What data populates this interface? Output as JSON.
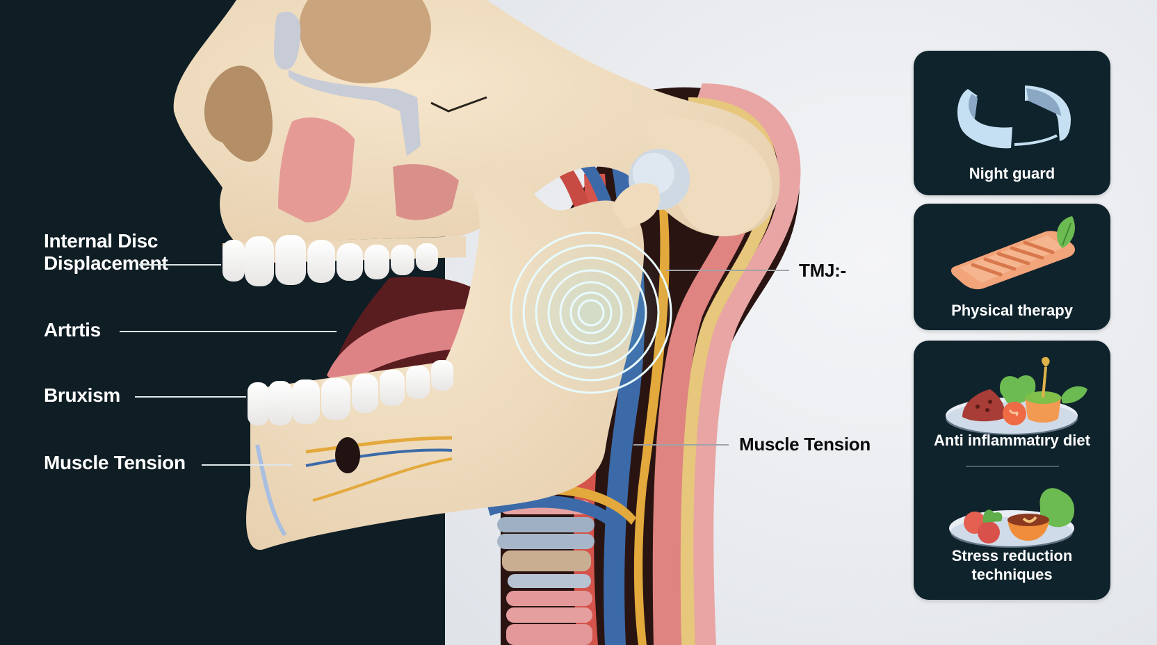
{
  "diagram": {
    "subject": "TMJ anatomy - jaw and neck cross-section",
    "colors": {
      "dark_background": "#0f1d24",
      "light_background": "#eceef1",
      "bone": "#f1ddc0",
      "muscle": "#e2898a",
      "artery": "#d9564e",
      "vein": "#3f6fae",
      "nerve": "#e8b24a",
      "disc": "#c9d6e3",
      "pulse_rings": "#e8fbff",
      "card_background": "#0f232c"
    }
  },
  "left_labels": [
    {
      "line1": "Internal Disc",
      "line2": "Displacement"
    },
    {
      "text": "Artrtis"
    },
    {
      "text": "Bruxism"
    },
    {
      "text": "Muscle Tension"
    }
  ],
  "right_labels": [
    {
      "text": "TMJ:-"
    },
    {
      "text": "Muscle Tension"
    }
  ],
  "treatment_cards": [
    {
      "title": "Night guard",
      "icon": "night-guard-icon"
    },
    {
      "title": "Physical therapy",
      "icon": "physical-therapy-icon"
    },
    {
      "title": "Anti inflammatıry diet",
      "icon": "diet-plate-icon"
    },
    {
      "title_line1": "Stress reduction",
      "title_line2": "techniques",
      "icon": "stress-plate-icon"
    }
  ]
}
